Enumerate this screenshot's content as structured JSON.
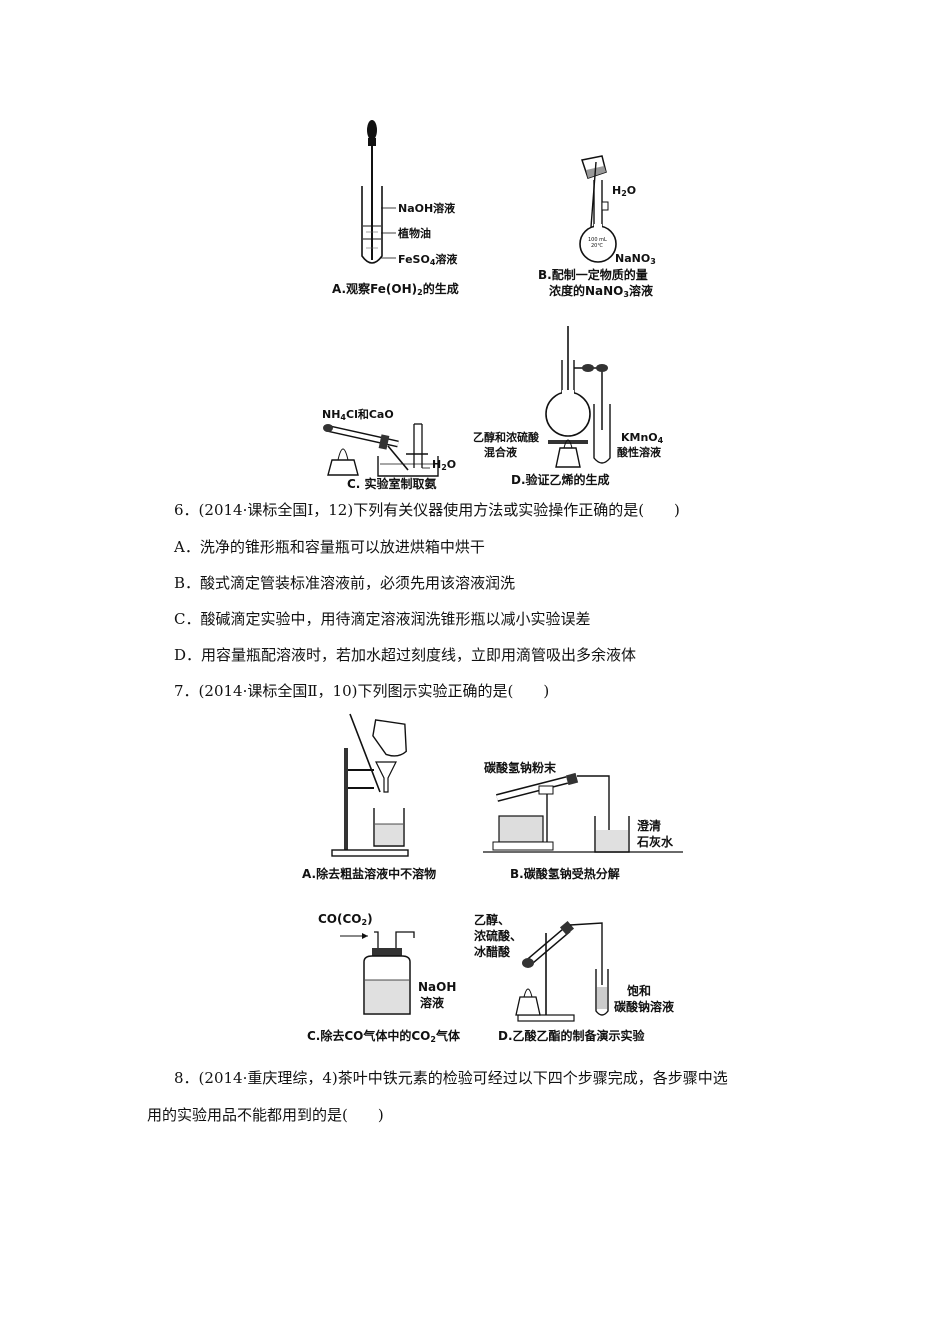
{
  "figure_A": {
    "label_naoh": "NaOH溶液",
    "label_oil": "植物油",
    "label_feso4_pre": "FeSO",
    "label_feso4_sub": "4",
    "label_feso4_post": "溶液",
    "caption_pre": "A.观察Fe(OH)",
    "caption_sub": "2",
    "caption_post": "的生成"
  },
  "figure_B": {
    "label_h2o_pre": "H",
    "label_h2o_sub": "2",
    "label_h2o_post": "O",
    "flask_text_1": "100 mL",
    "flask_text_2": "20℃",
    "label_nano3_pre": "NaNO",
    "label_nano3_sub": "3",
    "caption_line1": "B.配制一定物质的量",
    "caption_line2_pre": "浓度的NaNO",
    "caption_line2_sub": "3",
    "caption_line2_post": "溶液"
  },
  "figure_C": {
    "label_reagent_pre": "NH",
    "label_reagent_sub": "4",
    "label_reagent_post": "Cl和CaO",
    "label_water_pre": "H",
    "label_water_sub": "2",
    "label_water_post": "O",
    "caption": "C. 实验室制取氨"
  },
  "figure_D": {
    "label_mix_1": "乙醇和浓硫酸",
    "label_mix_2": "混合液",
    "label_kmno4_pre": "KMnO",
    "label_kmno4_sub": "4",
    "label_kmno4_2": "酸性溶液",
    "caption": "D.验证乙烯的生成"
  },
  "question6": {
    "stem": "6．(2014·课标全国Ⅰ，12)下列有关仪器使用方法或实验操作正确的是(　　)",
    "option_a": "A．洗净的锥形瓶和容量瓶可以放进烘箱中烘干",
    "option_b": "B．酸式滴定管装标准溶液前，必须先用该溶液润洗",
    "option_c": "C．酸碱滴定实验中，用待滴定溶液润洗锥形瓶以减小实验误差",
    "option_d": "D．用容量瓶配溶液时，若加水超过刻度线，立即用滴管吸出多余液体"
  },
  "question7": {
    "stem": "7．(2014·课标全国Ⅱ，10)下列图示实验正确的是(　　)"
  },
  "figure7_A": {
    "caption": "A.除去粗盐溶液中不溶物"
  },
  "figure7_B": {
    "label_powder": "碳酸氢钠粉末",
    "label_lime_1": "澄清",
    "label_lime_2": "石灰水",
    "caption": "B.碳酸氢钠受热分解"
  },
  "figure7_C": {
    "label_gas_pre": "CO(CO",
    "label_gas_sub": "2",
    "label_gas_post": ")",
    "label_naoh_1": "NaOH",
    "label_naoh_2": "溶液",
    "caption_pre": "C.除去CO气体中的CO",
    "caption_sub": "2",
    "caption_post": "气体"
  },
  "figure7_D": {
    "label_r1": "乙醇、",
    "label_r2": "浓硫酸、",
    "label_r3": "冰醋酸",
    "label_sat_1": "饱和",
    "label_sat_2": "碳酸钠溶液",
    "caption": "D.乙酸乙酯的制备演示实验"
  },
  "question8": {
    "line1": "8．(2014·重庆理综，4)茶叶中铁元素的检验可经过以下四个步骤完成，各步骤中选",
    "line2": "用的实验用品不能都用到的是(　　)"
  }
}
